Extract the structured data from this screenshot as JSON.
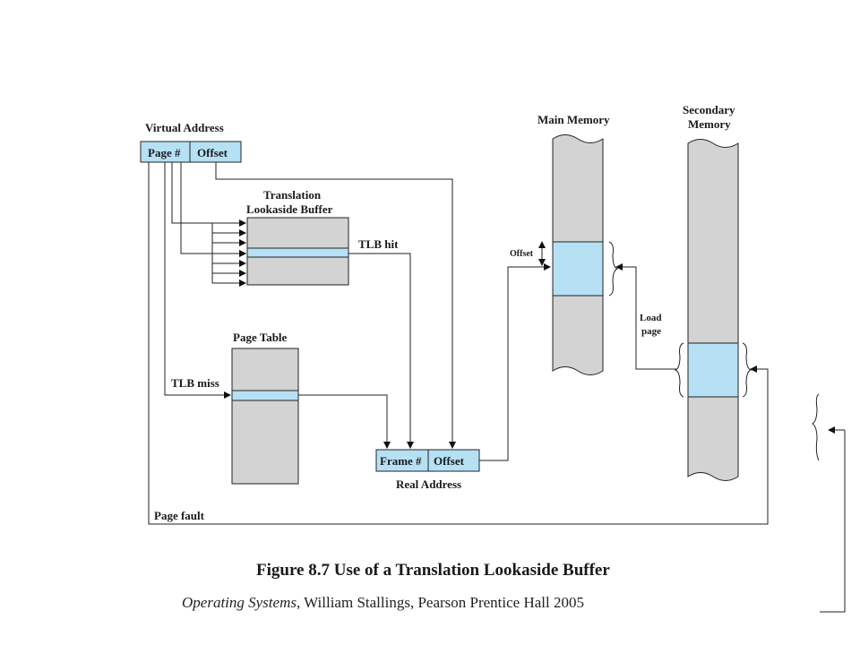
{
  "diagram": {
    "virtual_address": {
      "title": "Virtual Address",
      "field_page": "Page #",
      "field_offset": "Offset"
    },
    "tlb": {
      "title_line1": "Translation",
      "title_line2": "Lookaside Buffer",
      "hit_label": "TLB hit",
      "miss_label": "TLB miss"
    },
    "page_table": {
      "title": "Page Table"
    },
    "real_address": {
      "field_frame": "Frame #",
      "field_offset": "Offset",
      "title": "Real Address"
    },
    "main_memory": {
      "title": "Main Memory",
      "offset_label": "Offset"
    },
    "secondary_memory": {
      "title_line1": "Secondary",
      "title_line2": "Memory"
    },
    "load_page": {
      "line1": "Load",
      "line2": "page"
    },
    "page_fault_label": "Page fault",
    "caption": "Figure 8.7  Use of a Translation Lookaside Buffer",
    "colors": {
      "highlight": "#b6e1f5",
      "box_fill": "#d3d3d3",
      "line": "#222222"
    }
  },
  "source": {
    "book": "Operating Systems",
    "rest": ", William Stallings, Pearson Prentice Hall 2005"
  }
}
